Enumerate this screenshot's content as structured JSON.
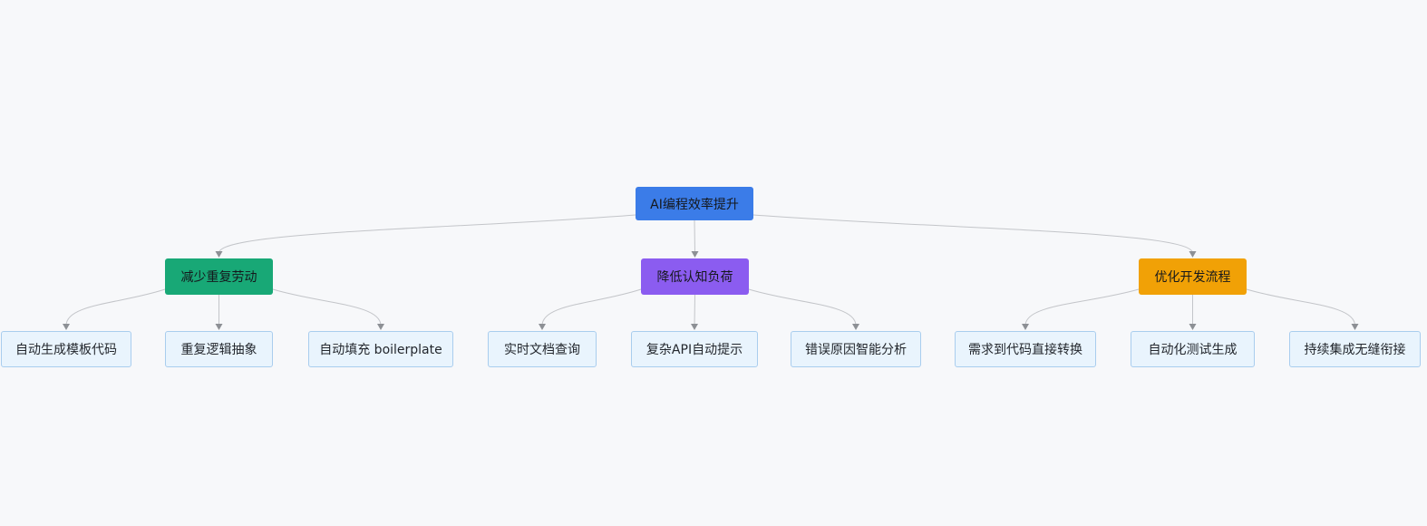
{
  "canvas": {
    "background_color": "#f7f8fa"
  },
  "diagram": {
    "type": "mindmap-tree",
    "root": {
      "id": "root",
      "label": "AI编程效率提升",
      "color": "#3b7ce8"
    },
    "branches": [
      {
        "id": "b0",
        "label": "减少重复劳动",
        "color": "#18a876",
        "children": [
          {
            "id": "b0c0",
            "label": "自动生成模板代码"
          },
          {
            "id": "b0c1",
            "label": "重复逻辑抽象"
          },
          {
            "id": "b0c2",
            "label": "自动填充 boilerplate"
          }
        ]
      },
      {
        "id": "b1",
        "label": "降低认知负荷",
        "color": "#8b5cf0",
        "children": [
          {
            "id": "b1c0",
            "label": "实时文档查询"
          },
          {
            "id": "b1c1",
            "label": "复杂API自动提示"
          },
          {
            "id": "b1c2",
            "label": "错误原因智能分析"
          }
        ]
      },
      {
        "id": "b2",
        "label": "优化开发流程",
        "color": "#f1a106",
        "children": [
          {
            "id": "b2c0",
            "label": "需求到代码直接转换"
          },
          {
            "id": "b2c1",
            "label": "自动化测试生成"
          },
          {
            "id": "b2c2",
            "label": "持续集成无缝衔接"
          }
        ]
      }
    ],
    "leaf_style": {
      "background": "#e9f4fd",
      "border_color": "#a9cdee",
      "text_color": "#23272d"
    },
    "connector": {
      "line_color": "#c3c5c9",
      "arrow_color": "#8d9095"
    }
  }
}
